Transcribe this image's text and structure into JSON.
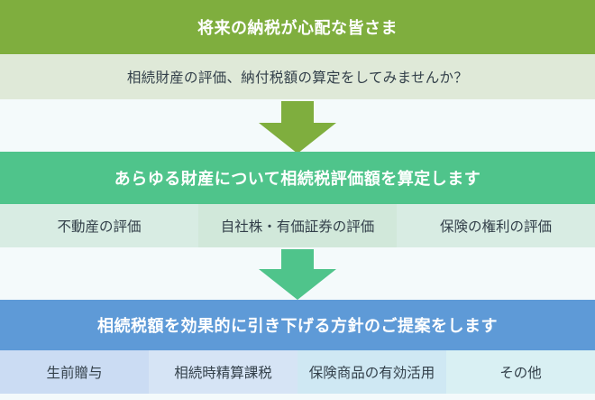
{
  "section1": {
    "title": "将来の納税が心配な皆さま",
    "subtitle": "相続財産の評価、納付税額の算定をしてみませんか？"
  },
  "section2": {
    "title": "あらゆる財産について相続税評価額を算定します",
    "items": [
      {
        "label": "不動産の評価"
      },
      {
        "label": "自社株・有価証券の評価"
      },
      {
        "label": "保険の権利の評価"
      }
    ]
  },
  "section3": {
    "title": "相続税額を効果的に引き下げる方針のご提案をします",
    "items": [
      {
        "label": "生前贈与"
      },
      {
        "label": "相続時精算課税"
      },
      {
        "label": "保険商品の有効活用"
      },
      {
        "label": "その他"
      }
    ]
  },
  "colors": {
    "green_dark": "#7fae3e",
    "green_mid": "#4fc48b",
    "blue": "#5e9ad7"
  }
}
